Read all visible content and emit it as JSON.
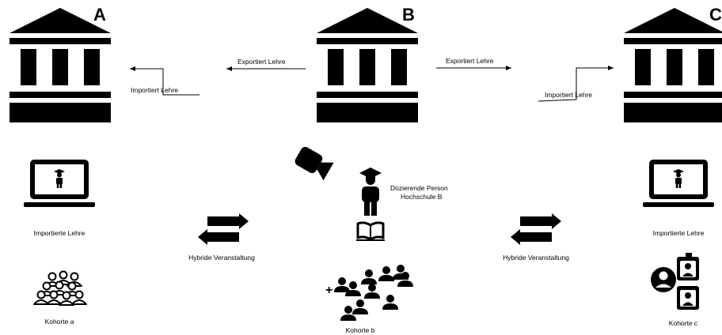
{
  "universities": {
    "a": {
      "letter": "A"
    },
    "b": {
      "letter": "B"
    },
    "c": {
      "letter": "C"
    }
  },
  "flows": {
    "b_to_a_export": "Exportiert Lehre",
    "a_import": "Importiert Lehre",
    "b_to_c_export": "Exportiert Lehre",
    "c_import": "Importiert Lehre"
  },
  "site_a": {
    "laptop_label": "Importierte Lehre",
    "cohort_label": "Kohorte a"
  },
  "site_b": {
    "lecturer_label_line1": "Dozierende Person",
    "lecturer_label_line2": "Hochschule B",
    "cohort_label": "Kohorte b"
  },
  "site_c": {
    "laptop_label": "Importierte Lehre",
    "cohort_label": "Kohorte c"
  },
  "exchange": {
    "left_label": "Hybride Veranstaltung",
    "right_label": "Hybride Veranstaltung"
  }
}
